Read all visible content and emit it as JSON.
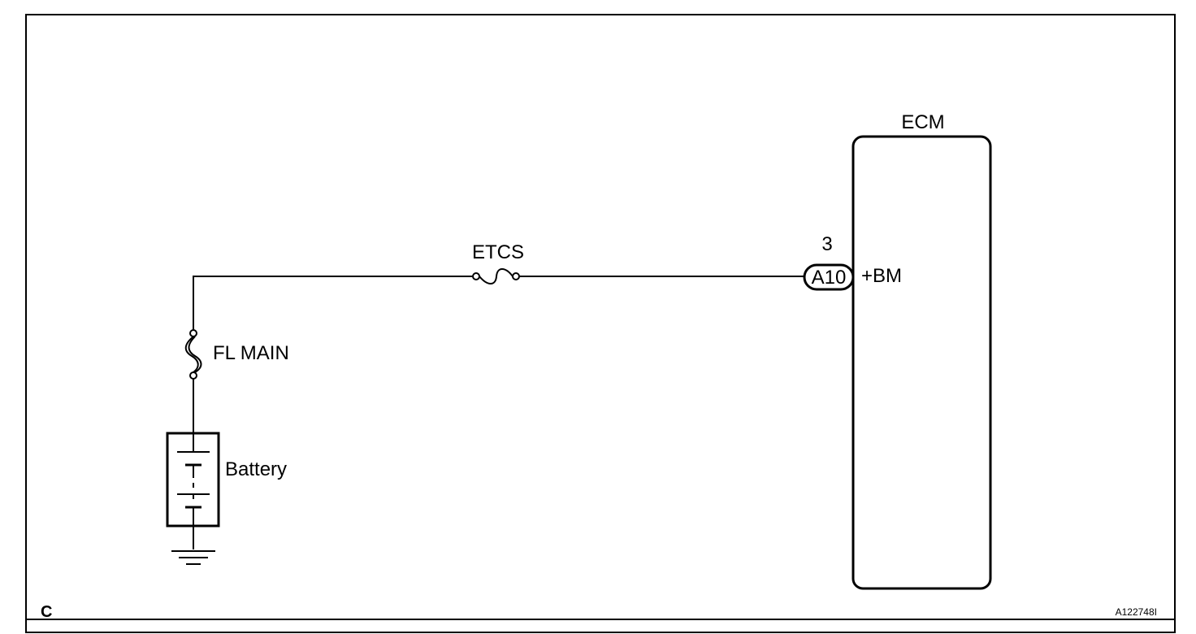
{
  "diagram": {
    "ecm_label": "ECM",
    "terminal_number": "3",
    "connector_label": "A10",
    "terminal_name": "+BM",
    "fuse_etcs_label": "ETCS",
    "fuse_fl_main_label": "FL MAIN",
    "battery_label": "Battery",
    "corner_letter": "C",
    "figure_id": "A122748I"
  }
}
